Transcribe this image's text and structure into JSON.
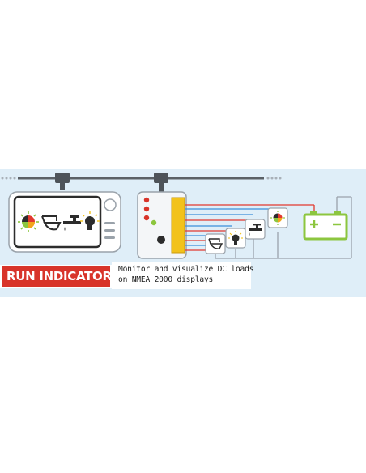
{
  "badge": {
    "label": "RUN INDICATOR"
  },
  "description": {
    "line1": "Monitor and visualize DC loads",
    "line2": "on NMEA 2000 displays"
  },
  "colors": {
    "background": "#dfeef8",
    "badge_red": "#d8342a",
    "network_cable": "#5a6066",
    "positive_wire": "#e2392e",
    "signal_wire": "#3b8fd9",
    "battery_green": "#8cc63f",
    "bus_bar_yellow": "#f2c21b"
  },
  "icons": [
    "gauge-icon",
    "boat-icon",
    "tap-icon",
    "bulb-icon",
    "battery-icon"
  ]
}
